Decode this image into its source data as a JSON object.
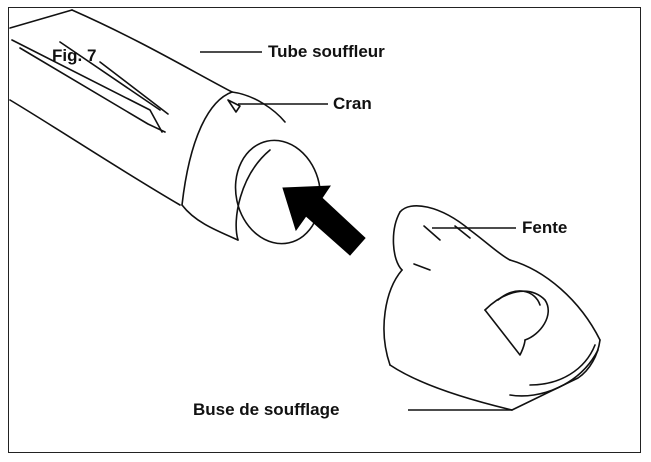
{
  "figure": {
    "fig_label": "Fig. 7",
    "callouts": {
      "tube": "Tube souffleur",
      "cran": "Cran",
      "fente": "Fente",
      "buse": "Buse de soufflage"
    },
    "colors": {
      "line": "#111111",
      "arrow": "#000000",
      "background": "#ffffff"
    }
  }
}
